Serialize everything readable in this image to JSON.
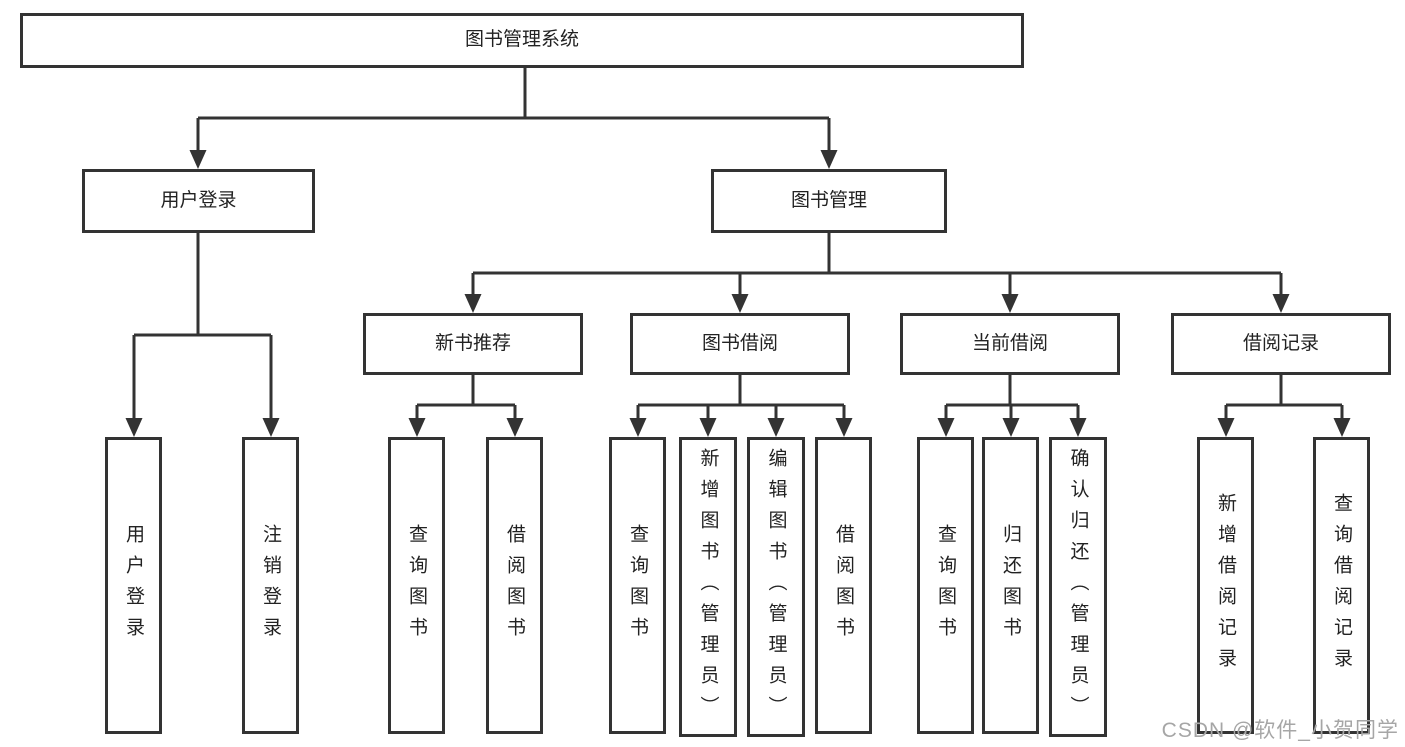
{
  "tree": {
    "root": {
      "label": "图书管理系统"
    },
    "branches": [
      {
        "label": "用户登录",
        "children": [
          {
            "label": "用户登录"
          },
          {
            "label": "注销登录"
          }
        ]
      },
      {
        "label": "图书管理",
        "children": [
          {
            "label": "新书推荐",
            "children": [
              {
                "label": "查询图书"
              },
              {
                "label": "借阅图书"
              }
            ]
          },
          {
            "label": "图书借阅",
            "children": [
              {
                "label": "查询图书"
              },
              {
                "label": "新增图书（管理员）"
              },
              {
                "label": "编辑图书（管理员）"
              },
              {
                "label": "借阅图书"
              }
            ]
          },
          {
            "label": "当前借阅",
            "children": [
              {
                "label": "查询图书"
              },
              {
                "label": "归还图书"
              },
              {
                "label": "确认归还（管理员）"
              }
            ]
          },
          {
            "label": "借阅记录",
            "children": [
              {
                "label": "新增借阅记录"
              },
              {
                "label": "查询借阅记录"
              }
            ]
          }
        ]
      }
    ]
  },
  "watermark": {
    "text": "CSDN @软件_小贺同学"
  },
  "colors": {
    "line": "#333333",
    "border": "#333333",
    "bg": "#ffffff",
    "text": "#222222",
    "watermark": "#a6a6a6"
  }
}
